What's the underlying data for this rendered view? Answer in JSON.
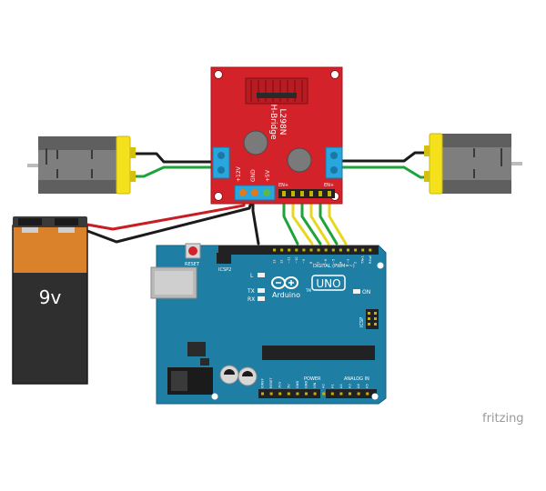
{
  "colors": {
    "driver_board": "#d3222a",
    "arduino_board": "#1f7ea3",
    "battery_top": "#d9822b",
    "battery_body": "#2f2f2f",
    "motor_body": "#8a8a8a",
    "motor_cap": "#f4e11c",
    "wire_red": "#c81d22",
    "wire_black": "#1b1b1b",
    "wire_green": "#1ea33a",
    "wire_yellow": "#e8d81d",
    "terminal_blue": "#2aa6de"
  },
  "driver": {
    "chip_label_line1": "L298N",
    "chip_label_line2": "H-Bridge",
    "label_12v": "+12V",
    "label_gnd": "GND",
    "label_5v": "+5V",
    "label_ena": "EN+",
    "label_enb": "EN+"
  },
  "battery": {
    "label": "9v"
  },
  "arduino": {
    "reset_label": "RESET",
    "icsp2_label": "ICSP2",
    "logo_text": "Arduino",
    "uno_text": "UNO",
    "tm_text": "TM",
    "on_label": "ON",
    "l_label": "L",
    "tx_label": "TX",
    "rx_label": "RX",
    "icsp_label": "ICSP",
    "digital_label": "DIGITAL (PWM=~)",
    "aref_label": "AREF",
    "gnd_label": "GND",
    "power_label": "POWER",
    "analog_label": "ANALOG IN",
    "header_top_pins": [
      "13",
      "12",
      "~11",
      "~10",
      "~9",
      "8",
      "7",
      "~6",
      "~5",
      "4",
      "~3",
      "2",
      "TX▸1",
      "RX◂0"
    ],
    "header_bottom_pins": [
      "IOREF",
      "RESET",
      "3V3",
      "5V",
      "GND",
      "GND",
      "VIN",
      "A0",
      "A1",
      "A2",
      "A3",
      "A4",
      "A5"
    ]
  },
  "watermark": {
    "text": "fritzing"
  }
}
